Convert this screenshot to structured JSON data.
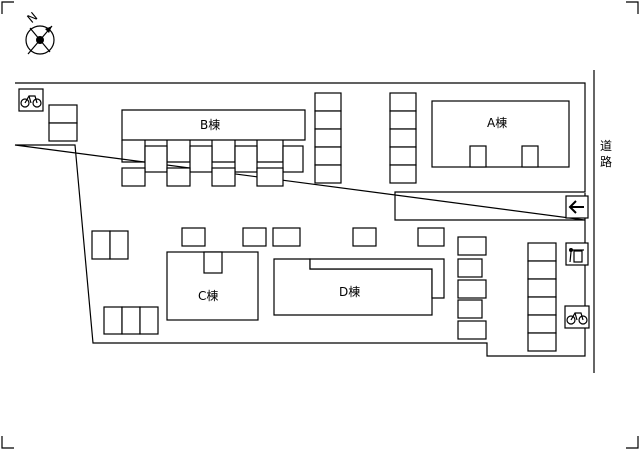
{
  "compass": {
    "north_label": "N",
    "icon": "compass-icon"
  },
  "buildings": {
    "a": {
      "label": "A棟"
    },
    "b": {
      "label": "B棟"
    },
    "c": {
      "label": "C棟"
    },
    "d": {
      "label": "D棟"
    }
  },
  "road": {
    "line1": "道",
    "line2": "路",
    "arrow_icon": "arrow-left-icon"
  },
  "icons": {
    "bicycle_top": "bicycle-icon",
    "bicycle_right": "bicycle-icon",
    "trash": "trash-icon"
  },
  "colors": {
    "line": "#000000",
    "background": "#ffffff"
  }
}
